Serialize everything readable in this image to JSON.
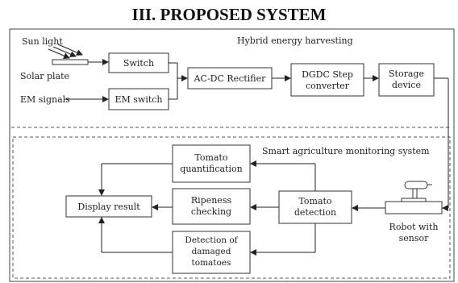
{
  "heading": "III. PROPOSED SYSTEM",
  "harvesting": {
    "title": "Hybrid energy harvesting",
    "sun_light": "Sun light",
    "solar_plate": "Solar plate",
    "em_signals": "EM signals",
    "switch": "Switch",
    "em_switch": "EM switch",
    "rectifier": "AC-DC Rectifier",
    "converter_line1": "DGDC Step",
    "converter_line2": "converter",
    "storage_line1": "Storage",
    "storage_line2": "device"
  },
  "monitoring": {
    "title": "Smart agriculture monitoring system",
    "quant_line1": "Tomato",
    "quant_line2": "quantification",
    "ripe_line1": "Ripeness",
    "ripe_line2": "checking",
    "damage_line1": "Detection of",
    "damage_line2": "damaged",
    "damage_line3": "tomatoes",
    "detect_line1": "Tomato",
    "detect_line2": "detection",
    "display": "Display result",
    "robot_line1": "Robot with",
    "robot_line2": "sensor"
  }
}
